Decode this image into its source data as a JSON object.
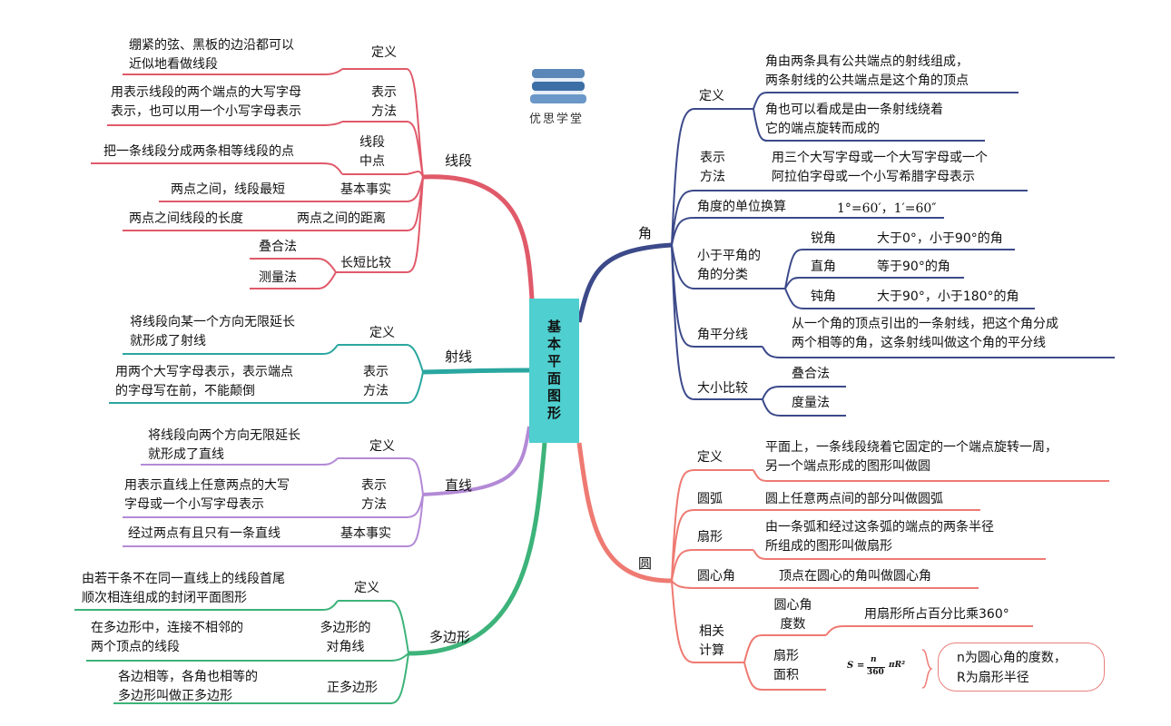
{
  "root": {
    "label": "基本平面图形"
  },
  "logo": {
    "text": "优思学堂",
    "icon": "books-icon"
  },
  "colors": {
    "segment": "#e05a6a",
    "ray": "#2aa7a0",
    "line": "#b38ad6",
    "polygon": "#3db37a",
    "angle": "#3c4a8a",
    "circle": "#ee7a72",
    "root": "#4fcfcf"
  },
  "segment": {
    "title": "线段",
    "items": [
      {
        "key": "定义",
        "text": "绷紧的弦、黑板的边沿都可以\n近似地看做线段"
      },
      {
        "key": "表示\n方法",
        "text": "用表示线段的两个端点的大写字母\n表示，也可以用一个小写字母表示"
      },
      {
        "key": "线段\n中点",
        "text": "把一条线段分成两条相等线段的点"
      },
      {
        "key": "基本事实",
        "text": "两点之间，线段最短"
      },
      {
        "key": "两点之间的距离",
        "text": "两点之间线段的长度"
      },
      {
        "key": "长短比较",
        "subs": [
          "叠合法",
          "测量法"
        ]
      }
    ]
  },
  "ray": {
    "title": "射线",
    "items": [
      {
        "key": "定义",
        "text": "将线段向某一个方向无限延长\n就形成了射线"
      },
      {
        "key": "表示\n方法",
        "text": "用两个大写字母表示，表示端点\n的字母写在前，不能颠倒"
      }
    ]
  },
  "line": {
    "title": "直线",
    "items": [
      {
        "key": "定义",
        "text": "将线段向两个方向无限延长\n就形成了直线"
      },
      {
        "key": "表示\n方法",
        "text": "用表示直线上任意两点的大写\n字母或一个小写字母表示"
      },
      {
        "key": "基本事实",
        "text": "经过两点有且只有一条直线"
      }
    ]
  },
  "polygon": {
    "title": "多边形",
    "items": [
      {
        "key": "定义",
        "text": "由若干条不在同一直线上的线段首尾\n顺次相连组成的封闭平面图形"
      },
      {
        "key": "多边形的\n对角线",
        "text": "在多边形中，连接不相邻的\n两个顶点的线段"
      },
      {
        "key": "正多边形",
        "text": "各边相等，各角也相等的\n多边形叫做正多边形"
      }
    ]
  },
  "angle": {
    "title": "角",
    "items": [
      {
        "key": "定义",
        "texts": [
          "角由两条具有公共端点的射线组成，\n两条射线的公共端点是这个角的顶点",
          "角也可以看成是由一条射线绕着\n它的端点旋转而成的"
        ]
      },
      {
        "key": "表示\n方法",
        "text": "用三个大写字母或一个大写字母或一个\n阿拉伯字母或一个小写希腊字母表示"
      },
      {
        "key": "角度的单位换算",
        "text": "1°=60′，1′=60″"
      },
      {
        "key": "小于平角的\n角的分类",
        "subs": [
          {
            "name": "锐角",
            "text": "大于0°，小于90°的角"
          },
          {
            "name": "直角",
            "text": "等于90°的角"
          },
          {
            "name": "钝角",
            "text": "大于90°，小于180°的角"
          }
        ]
      },
      {
        "key": "角平分线",
        "text": "从一个角的顶点引出的一条射线，把这个角分成\n两个相等的角，这条射线叫做这个角的平分线"
      },
      {
        "key": "大小比较",
        "subs": [
          "叠合法",
          "度量法"
        ]
      }
    ]
  },
  "circle": {
    "title": "圆",
    "items": [
      {
        "key": "定义",
        "text": "平面上，一条线段绕着它固定的一个端点旋转一周，\n另一个端点形成的图形叫做圆"
      },
      {
        "key": "圆弧",
        "text": "圆上任意两点间的部分叫做圆弧"
      },
      {
        "key": "扇形",
        "text": "由一条弧和经过这条弧的端点的两条半径\n所组成的图形叫做扇形"
      },
      {
        "key": "圆心角",
        "text": "顶点在圆心的角叫做圆心角"
      },
      {
        "key": "相关\n计算",
        "subs": [
          {
            "name": "圆心角\n度数",
            "text": "用扇形所占百分比乘360°"
          },
          {
            "name": "扇形\n面积",
            "formula": {
              "S": "S",
              "eq": "=",
              "num": "n",
              "den": "360",
              "tail": "πR²"
            },
            "note": "n为圆心角的度数，\nR为扇形半径"
          }
        ]
      }
    ]
  }
}
